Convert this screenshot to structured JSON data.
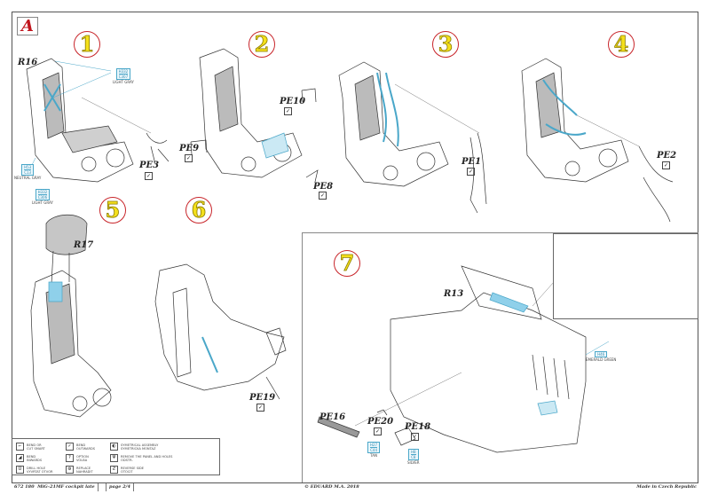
{
  "sheet": {
    "section_letter": "A",
    "accent_color": "#c0141c",
    "step_circle_color": "#c8252a",
    "step_number_color": "#f4e01c",
    "highlight_color": "#4aa7c9"
  },
  "steps": [
    {
      "number": "1",
      "parts": [
        {
          "label": "R16"
        },
        {
          "label": "PE3",
          "check": true
        }
      ],
      "colors": [
        {
          "codes": [
            "H332",
            "C307"
          ],
          "name": "LIGHT GRAY"
        },
        {
          "codes": [
            "H53",
            "C13"
          ],
          "name": "NEUTRAL GRAY"
        }
      ]
    },
    {
      "number": "2",
      "parts": [
        {
          "label": "PE10",
          "check": true
        },
        {
          "label": "PE9",
          "check": true
        },
        {
          "label": "PE8",
          "check": true
        }
      ]
    },
    {
      "number": "3",
      "parts": [
        {
          "label": "PE1",
          "check": true
        }
      ]
    },
    {
      "number": "4",
      "parts": [
        {
          "label": "PE2",
          "check": true
        }
      ]
    },
    {
      "number": "5",
      "parts": [
        {
          "label": "R17"
        }
      ],
      "colors": [
        {
          "codes": [
            "H332",
            "C306"
          ],
          "name": "LIGHT GRAY"
        }
      ]
    },
    {
      "number": "6",
      "parts": [
        {
          "label": "PE19",
          "check": true
        }
      ]
    },
    {
      "number": "7",
      "parts": [
        {
          "label": "R13"
        },
        {
          "label": "PE16"
        },
        {
          "label": "PE20",
          "check": true
        },
        {
          "label": "PE18",
          "check": true
        }
      ],
      "colors": [
        {
          "codes": [
            "H27",
            "C44"
          ],
          "name": "TAN"
        },
        {
          "codes": [
            "H8",
            "C8"
          ],
          "name": "SILVER"
        },
        {
          "codes": [
            "H46"
          ],
          "name": "EMERALD GREEN"
        }
      ]
    }
  ],
  "legend": {
    "items": [
      {
        "icon": "bend-icon",
        "glyph": "⌐",
        "text": [
          "BEND OR",
          "CUT SMART"
        ]
      },
      {
        "icon": "bend-outwards-icon",
        "glyph": "✓",
        "text": [
          "BEND",
          "OUTWARDS"
        ]
      },
      {
        "icon": "symmetrical-assembly-icon",
        "glyph": "◐",
        "text": [
          "SYMETRICAL ASSEMBLY",
          "SYMETRICKA MONTAZ"
        ]
      },
      {
        "icon": "bend-inwards-icon",
        "glyph": "◢",
        "text": [
          "BEND",
          "INWARDS"
        ]
      },
      {
        "icon": "option-icon",
        "glyph": "?",
        "text": [
          "OPTION",
          "VOLBA"
        ]
      },
      {
        "icon": "remove-panel-icon",
        "glyph": "Ψ",
        "text": [
          "REMOVE THE PANEL AND HOLES",
          "ODSTR."
        ]
      },
      {
        "icon": "drill-hole-icon",
        "glyph": "Ü",
        "text": [
          "DRILL HOLE",
          "VYVRTAT OTVOR"
        ]
      },
      {
        "icon": "replace-icon",
        "glyph": "⚙",
        "text": [
          "REPLACE",
          "NAHRADIT"
        ]
      },
      {
        "icon": "reverse-side-icon",
        "glyph": "Ƨ",
        "text": [
          "REVERSE SIDE",
          "OTOCIT"
        ]
      }
    ]
  },
  "footer": {
    "kit_number": "672 180",
    "kit_name": "MiG-21MF cockpit late",
    "page": "page 2/4",
    "copyright": "© EDUARD  M.A. 2018",
    "made_in": "Made in Czech Republic"
  }
}
